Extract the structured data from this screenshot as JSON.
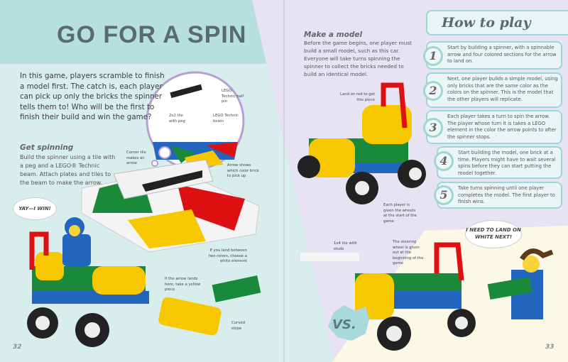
{
  "left_page": {
    "title": "GO FOR A SPIN",
    "intro": "In this game, players scramble to finish a model first. The catch is, each player can pick up only the bricks the spinner tells them to! Who will be the first to finish their build and win the game?",
    "get_spinning": {
      "heading": "Get spinning",
      "text": "Build the spinner using a tile with a peg and a LEGO® Technic beam. Attach plates and tiles to the beam to make the arrow."
    },
    "labels": {
      "half_pin": "LEGO Technic half pin",
      "beam": "LEGO Technic beam",
      "tile_peg": "2x2 tile with peg",
      "corner_tile": "Corner tile makes an arrow",
      "arrow_shows": "Arrow shows which color brick to pick up",
      "between": "If you land between two colors, choose a white element",
      "yellow": "If the arrow lands here, take a yellow piece",
      "curved": "Curved slope"
    },
    "speech": "YAY—I WIN!",
    "page_number": "32"
  },
  "right_page": {
    "make_model": {
      "heading": "Make a model",
      "text": "Before the game begins, one player must build a small model, such as this car. Everyone will take turns spinning the spinner to collect the bricks needed to build an identical model."
    },
    "labels": {
      "red": "Land on red to get this piece",
      "wheels": "Each player is given the wheels at the start of the game",
      "tile": "1x4 tile with studs",
      "steering": "The steering wheel is given out at the beginning of the game"
    },
    "how_to_play": "How to play",
    "steps": [
      {
        "n": "1",
        "text": "Start by building a spinner, with a spinnable arrow and four colored sections for the arrow to land on."
      },
      {
        "n": "2",
        "text": "Next, one player builds a simple model, using only bricks that are the same color as the colors on the spinner. This is the model that the other players will replicate."
      },
      {
        "n": "3",
        "text": "Each player takes a turn to spin the arrow. The player whose turn it is takes a LEGO element in the color the arrow points to after the spinner stops."
      },
      {
        "n": "4",
        "text": "Start building the model, one brick at a time. Players might have to wait several spins before they can start putting the model together."
      },
      {
        "n": "5",
        "text": "Take turns spinning until one player completes the model. The first player to finish wins."
      }
    ],
    "vs": "VS.",
    "speech": "I NEED TO LAND ON WHITE NEXT!",
    "page_number": "33"
  },
  "colors": {
    "teal": "#d8eeec",
    "band": "#a8dcdb",
    "lavender": "#e7e3f3",
    "cream": "#fbf9e6",
    "accent": "#9ed6d6"
  }
}
